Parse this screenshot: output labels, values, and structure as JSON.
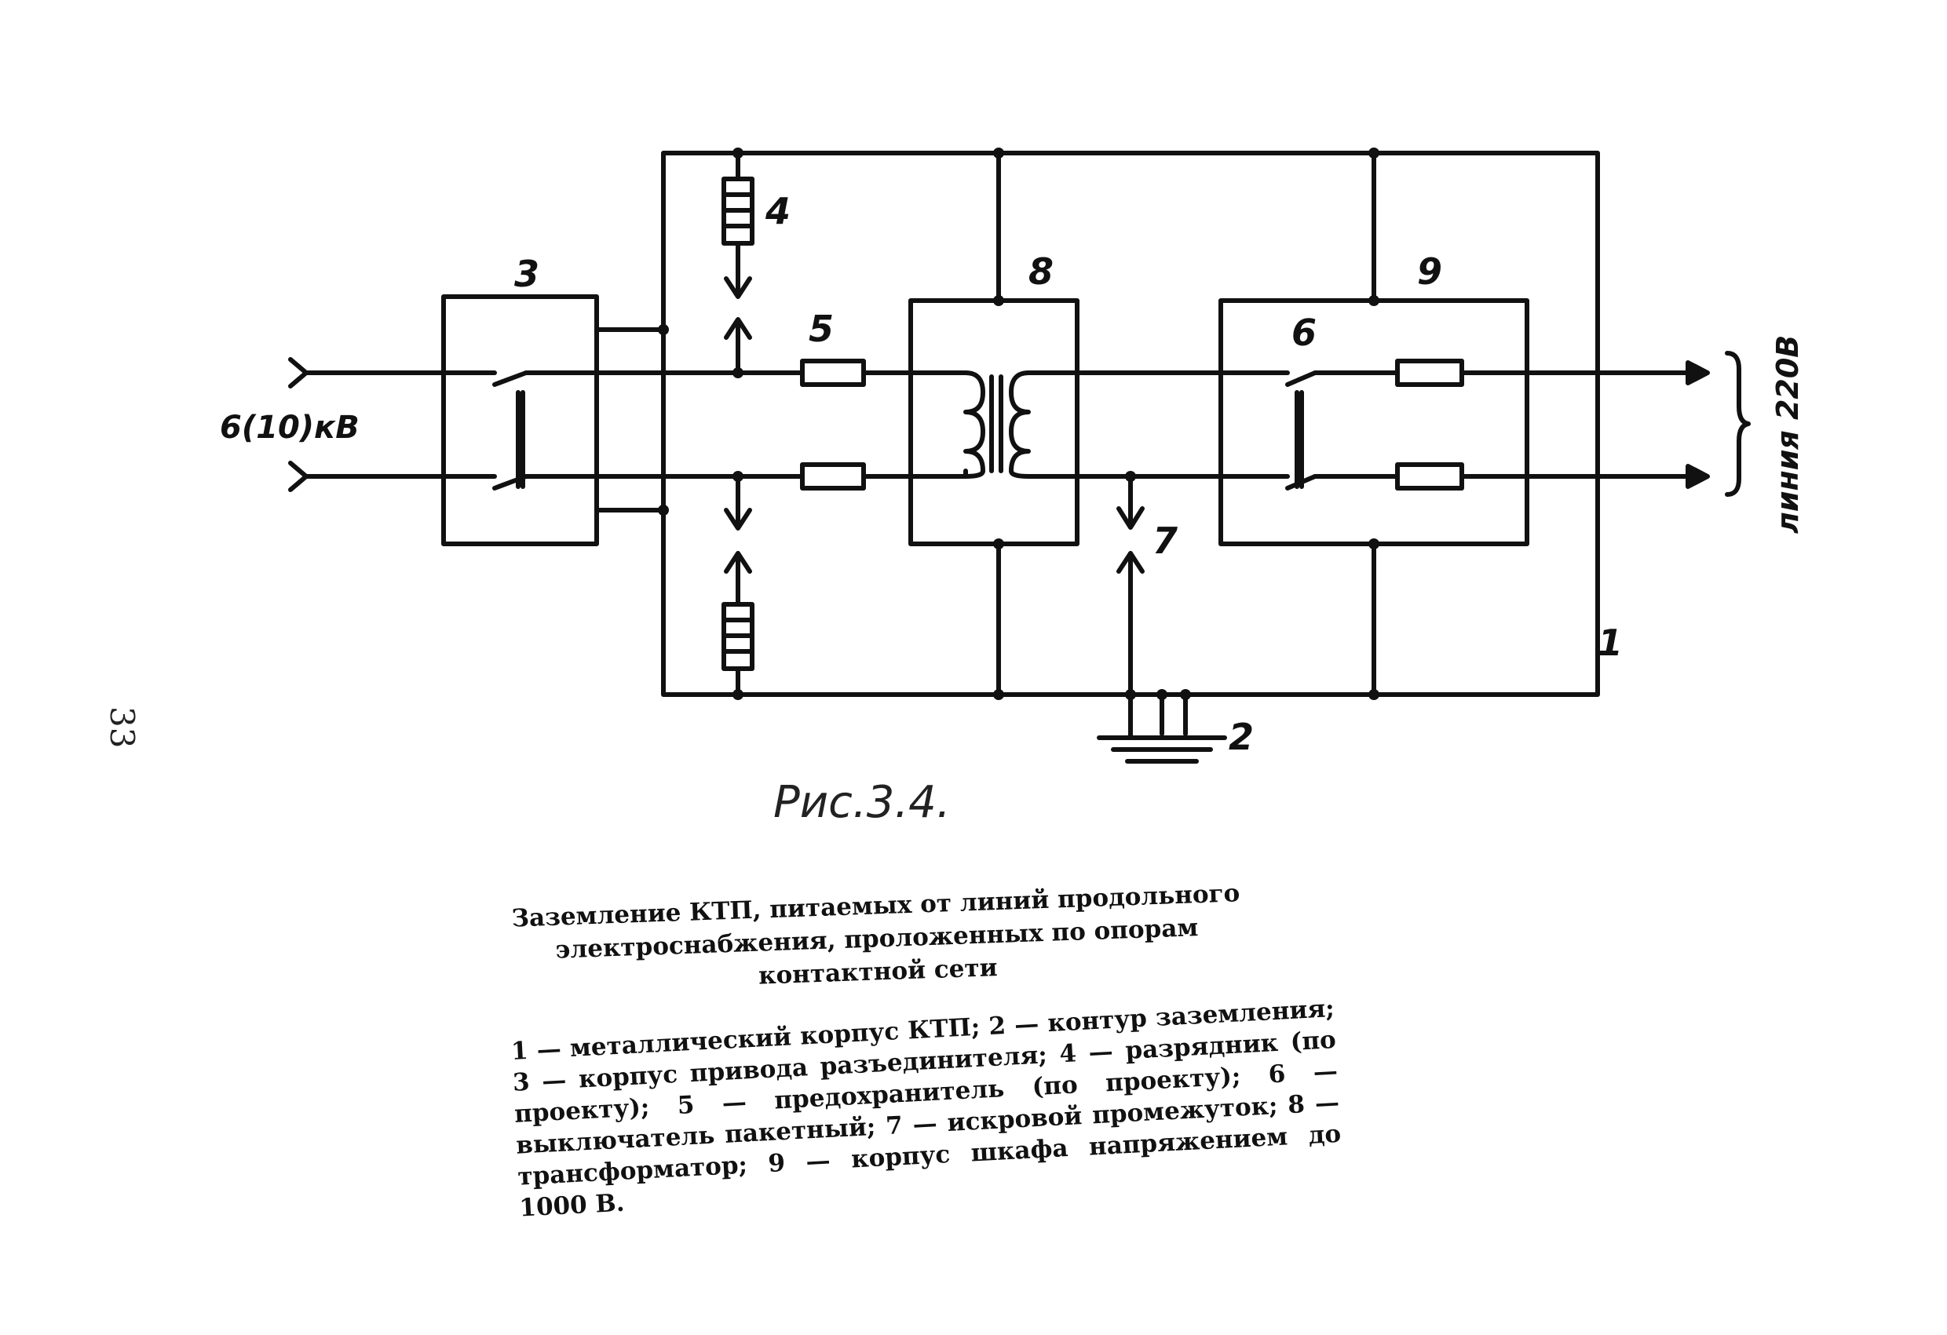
{
  "page": {
    "page_number": "33",
    "figure_label": "Рис.3.4."
  },
  "diagram": {
    "labels": {
      "n1": "1",
      "n2": "2",
      "n3": "3",
      "n4": "4",
      "n5": "5",
      "n6": "6",
      "n7": "7",
      "n8": "8",
      "n9": "9",
      "input_voltage": "6(10)кВ",
      "output_line": "линия 220В"
    }
  },
  "caption": {
    "title": "Заземление КТП, питаемых от линий продольного электроснабжения, проложенных по опорам контактной сети",
    "legend": "1 — металлический корпус КТП; 2 — контур заземления; 3 — корпус привода разъединителя; 4 — разрядник (по проекту); 5 — предохранитель (по проекту); 6 — выключатель пакетный; 7 — искровой промежуток; 8 — трансформатор; 9 — корпус шкафа напряжением до 1000 В."
  }
}
